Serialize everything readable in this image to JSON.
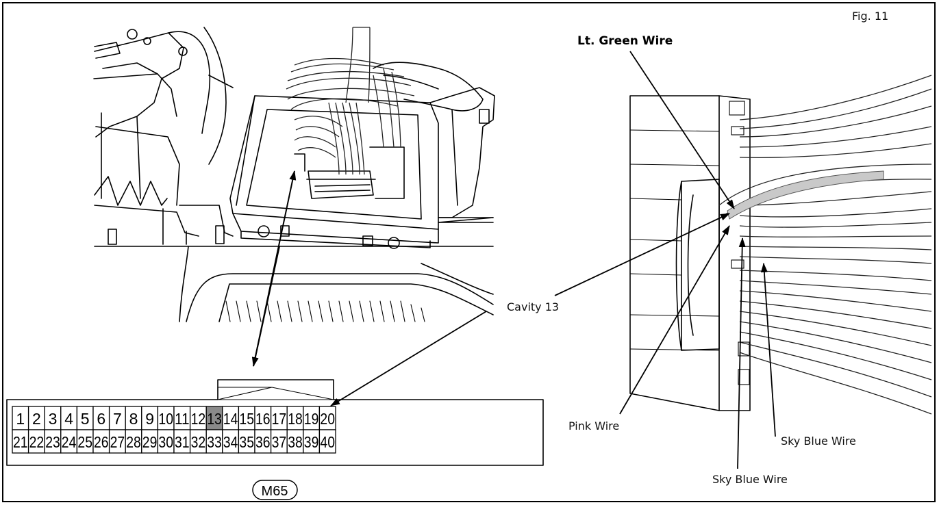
{
  "figure_label": "Fig. 11",
  "labels": {
    "lt_green": "Lt. Green Wire",
    "cavity": "Cavity 13",
    "pink": "Pink Wire",
    "sky_blue_1": "Sky Blue Wire",
    "sky_blue_2": "Sky Blue Wire"
  },
  "connector": {
    "code": "M65",
    "highlighted_cavity": "13",
    "top_row": [
      "1",
      "2",
      "3",
      "4",
      "5",
      "6",
      "7",
      "8",
      "9",
      "10",
      "11",
      "12",
      "13",
      "14",
      "15",
      "16",
      "17",
      "18",
      "19",
      "20"
    ],
    "bottom_row": [
      "21",
      "22",
      "23",
      "24",
      "25",
      "26",
      "27",
      "28",
      "29",
      "30",
      "31",
      "32",
      "33",
      "34",
      "35",
      "36",
      "37",
      "38",
      "39",
      "40"
    ]
  },
  "colors": {
    "highlight": "#8a8a8a",
    "lt_green_wire": "#c9c9c9",
    "line": "#000000"
  }
}
